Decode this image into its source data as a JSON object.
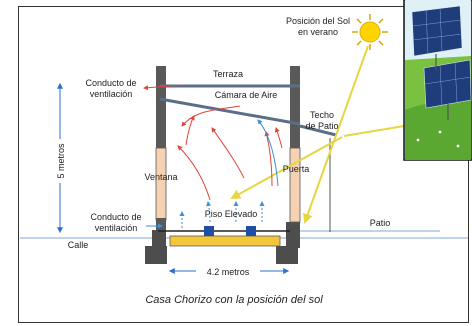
{
  "labels": {
    "sun_line1": "Posición del Sol",
    "sun_line2": "en verano",
    "vent_top_line1": "Conducto de",
    "vent_top_line2": "ventilación",
    "terraza": "Terraza",
    "camara": "Cámara de Aire",
    "techo_line1": "Techo",
    "techo_line2": "de Patio",
    "height": "5 metros",
    "ventana": "Ventana",
    "puerta": "Puerta",
    "piso": "Piso Elevado",
    "vent_bottom_line1": "Conducto de",
    "vent_bottom_line2": "ventilación",
    "patio": "Patio",
    "calle": "Calle",
    "width": "4.2 metros",
    "caption": "Casa Chorizo con la posición del sol"
  },
  "colors": {
    "wall": "#595959",
    "wall_fill": "#4d4d4d",
    "sun": "#ffd400",
    "sun_rays": "#d4a000",
    "sun_beam": "#f0e65a",
    "warm_air": "#e0443a",
    "cool_air": "#3a8fd6",
    "ground_line": "#7fa9d6",
    "blue_dim": "#2f6fd0",
    "floor_fill": "#f4c73b",
    "block_fill": "#1f4fa5",
    "window_fill": "#f6d2b2",
    "inset_border": "#111111"
  },
  "inset": {
    "icon": "solar-panel-field-illustration"
  }
}
